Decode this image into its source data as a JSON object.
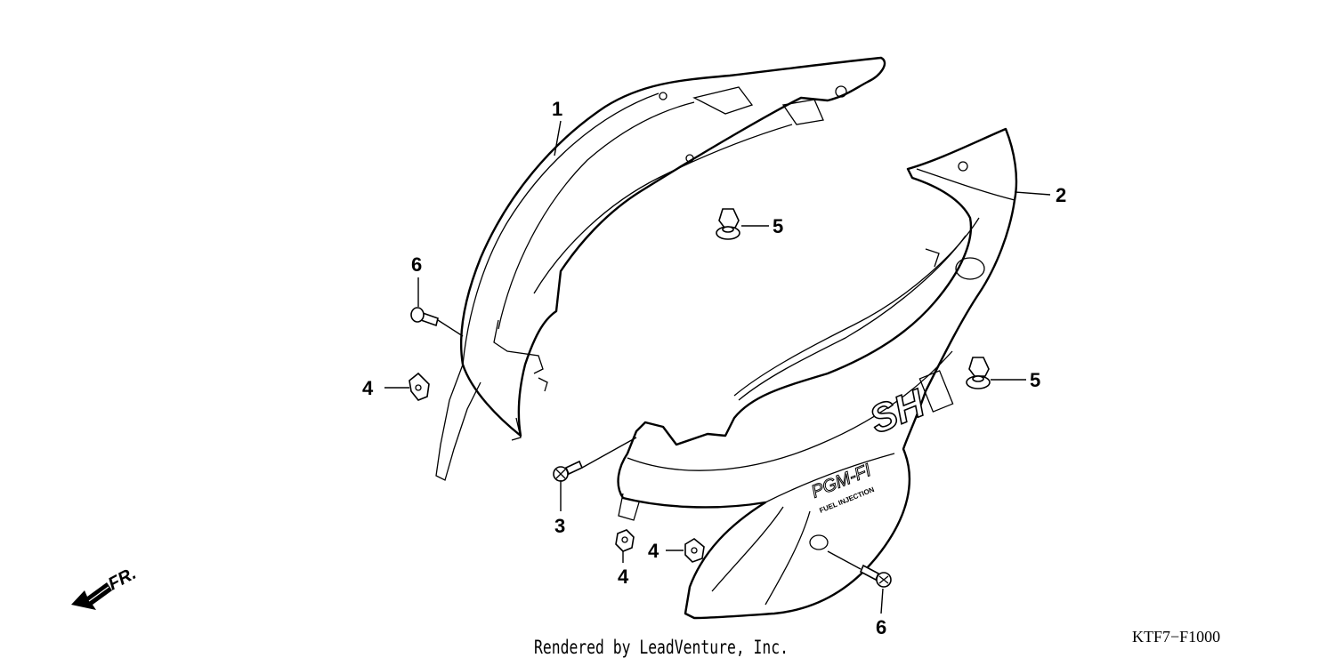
{
  "diagram": {
    "callouts": [
      {
        "id": "1",
        "text": "1"
      },
      {
        "id": "2",
        "text": "2"
      },
      {
        "id": "3",
        "text": "3"
      },
      {
        "id": "4a",
        "text": "4"
      },
      {
        "id": "4b",
        "text": "4"
      },
      {
        "id": "4c",
        "text": "4"
      },
      {
        "id": "5a",
        "text": "5"
      },
      {
        "id": "5b",
        "text": "5"
      },
      {
        "id": "6a",
        "text": "6"
      },
      {
        "id": "6b",
        "text": "6"
      }
    ],
    "front_label": "FR.",
    "part_code": "KTF7−F1000",
    "credit": "Rendered by LeadVenture, Inc.",
    "emblem_text": "SH",
    "decal_text": "PGM-FI",
    "decal_subtext": "FUEL INJECTION"
  }
}
